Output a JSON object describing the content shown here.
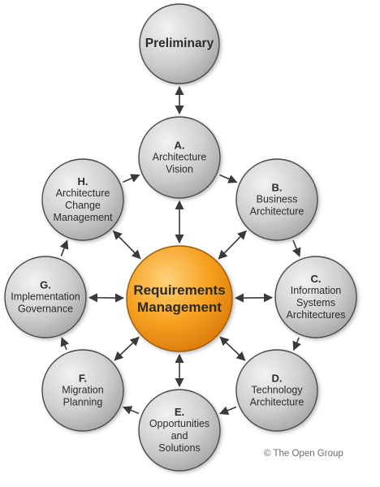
{
  "colors": {
    "phase_fill": "#c9c9c9",
    "phase_stroke": "#4a4a4a",
    "center_fill": "#f59a1c",
    "arrow": "#3a3a3a",
    "copyright_text": "#6b6b6b"
  },
  "center": {
    "line1": "Requirements",
    "line2": "Management"
  },
  "preliminary": {
    "title": "Preliminary"
  },
  "phases": {
    "A": {
      "letter": "A.",
      "title": "Architecture\nVision"
    },
    "B": {
      "letter": "B.",
      "title": "Business\nArchitecture"
    },
    "C": {
      "letter": "C.",
      "title": "Information\nSystems\nArchitectures"
    },
    "D": {
      "letter": "D.",
      "title": "Technology\nArchitecture"
    },
    "E": {
      "letter": "E.",
      "title": "Opportunities\nand\nSolutions"
    },
    "F": {
      "letter": "F.",
      "title": "Migration\nPlanning"
    },
    "G": {
      "letter": "G.",
      "title": "Implementation\nGovernance"
    },
    "H": {
      "letter": "H.",
      "title": "Architecture\nChange\nManagement"
    }
  },
  "copyright": "© The Open Group"
}
